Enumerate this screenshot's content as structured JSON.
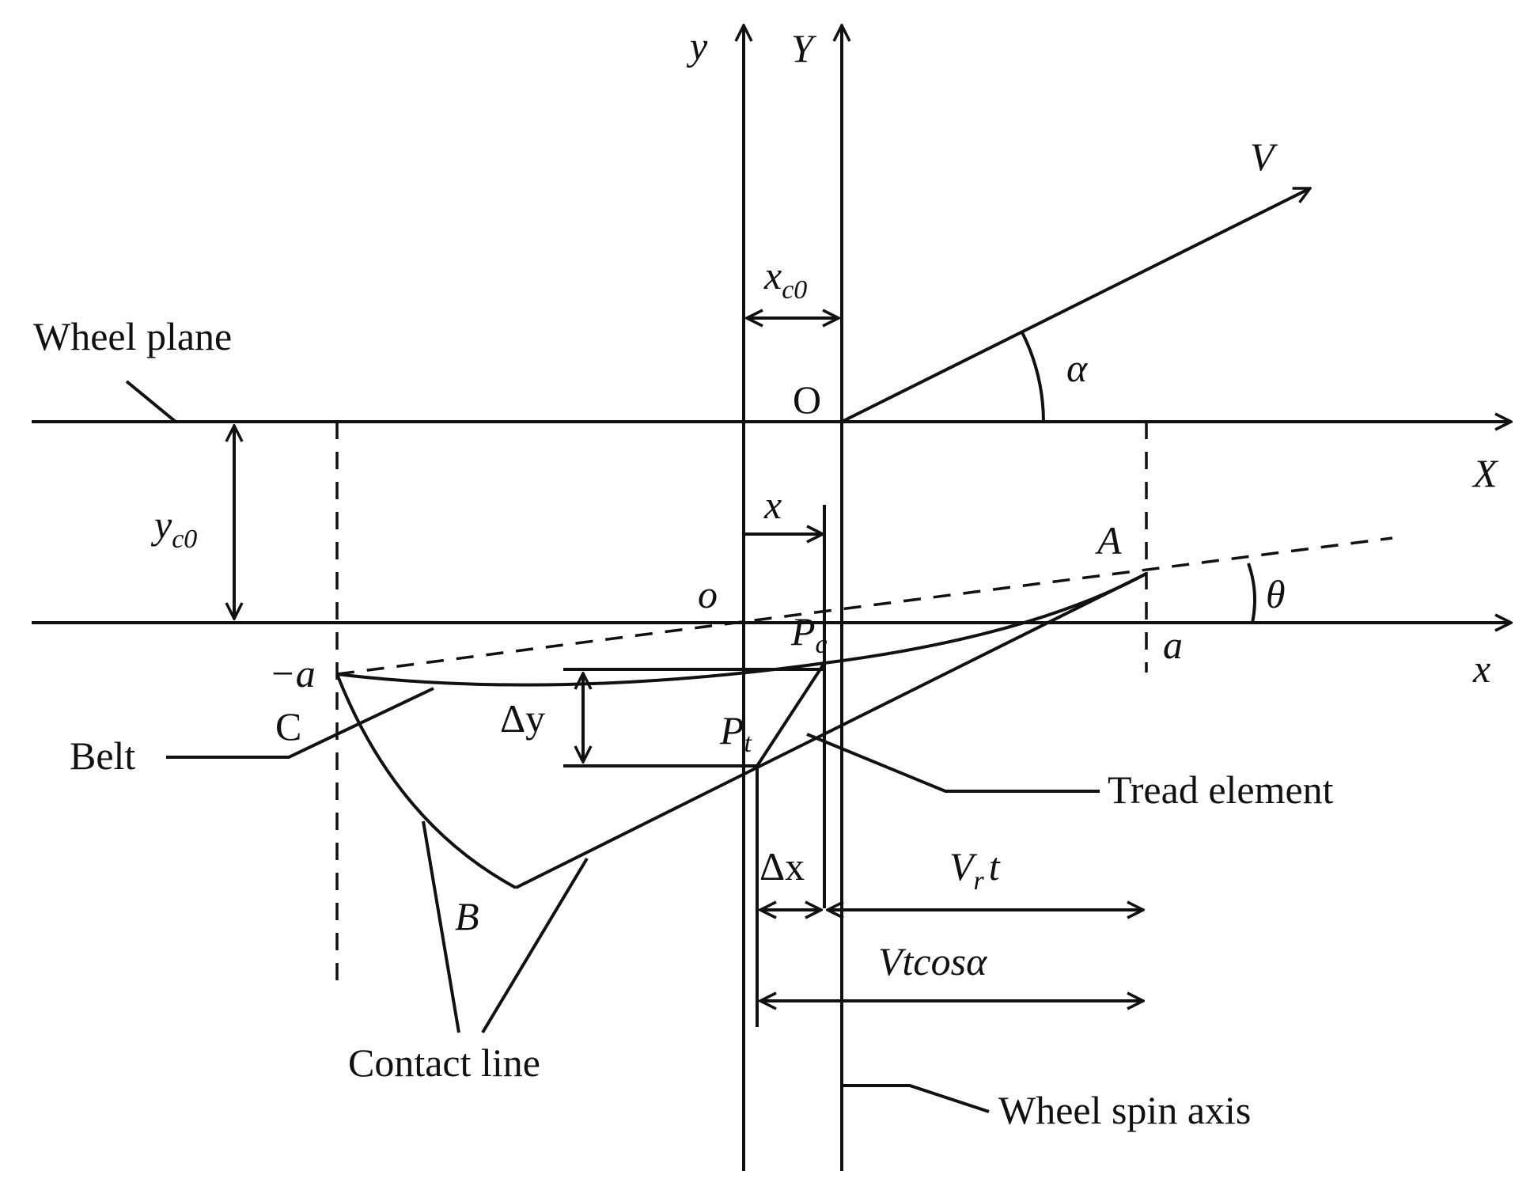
{
  "labels": {
    "y_axis_small": "y",
    "y_axis_big": "Y",
    "velocity": "V",
    "xc0_main": "x",
    "xc0_sub": "c0",
    "wheel_plane": "Wheel plane",
    "alpha": "α",
    "origin_big": "O",
    "x_axis_big": "X",
    "yc0_main": "y",
    "yc0_sub": "c0",
    "x_offset": "x",
    "point_a_top": "A",
    "origin_small": "o",
    "theta": "θ",
    "pc_main": "P",
    "pc_sub": "c",
    "a_right": "a",
    "x_axis_small": "x",
    "neg_a": "−a",
    "point_c": "C",
    "delta_y": "Δy",
    "pt_main": "P",
    "pt_sub": "t",
    "belt": "Belt",
    "tread_element": "Tread element",
    "delta_x": "Δx",
    "vr_main": "V",
    "vr_sub": "r",
    "vr_t": "t",
    "point_b": "B",
    "vt_cos": "Vtcosα",
    "contact_line": "Contact line",
    "wheel_spin_axis": "Wheel spin axis"
  }
}
